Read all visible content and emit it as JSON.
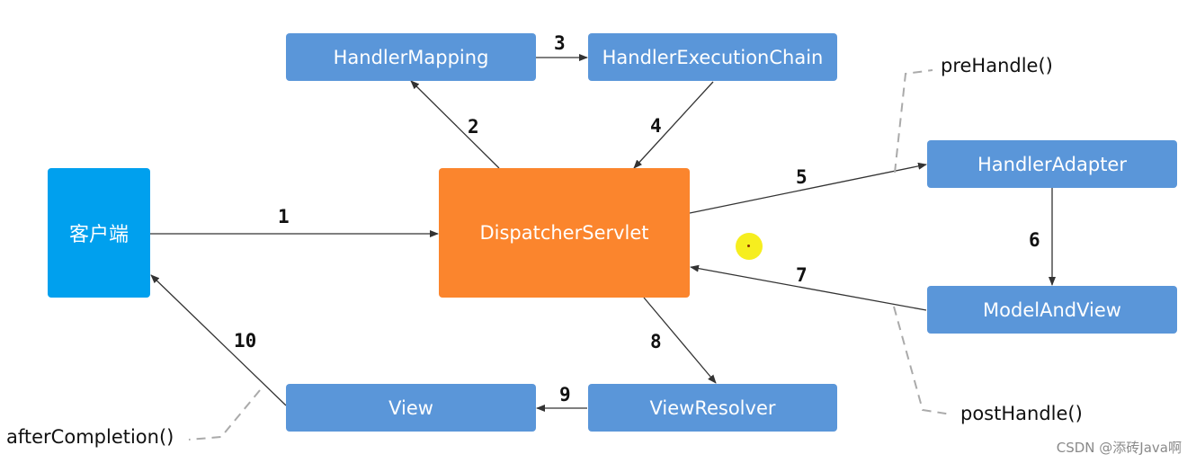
{
  "nodes": {
    "client": "客户端",
    "dispatcher": "DispatcherServlet",
    "handler_mapping": "HandlerMapping",
    "handler_execution_chain": "HandlerExecutionChain",
    "handler_adapter": "HandlerAdapter",
    "model_and_view": "ModelAndView",
    "view_resolver": "ViewResolver",
    "view": "View"
  },
  "steps": [
    "1",
    "2",
    "3",
    "4",
    "5",
    "6",
    "7",
    "8",
    "9",
    "10"
  ],
  "callouts": {
    "pre_handle": "preHandle()",
    "post_handle": "postHandle()",
    "after_completion": "afterCompletion()"
  },
  "watermark": "CSDN @添砖Java啊",
  "colors": {
    "client": "#00a0ee",
    "dispatcher": "#fb852d",
    "component": "#5a96d9",
    "arrow": "#333333",
    "dashed_connector": "#aaaaaa",
    "cursor_highlight": "#f6ee1f"
  }
}
